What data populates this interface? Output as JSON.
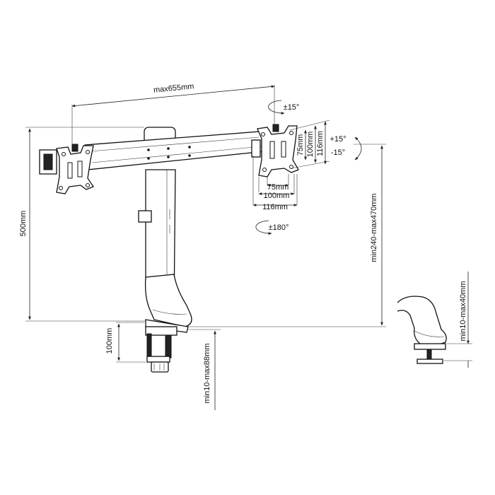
{
  "dimensions": {
    "arm_span": "max655mm",
    "total_height": "500mm",
    "pole_height": "min240-max470mm",
    "clamp_depth": "100mm",
    "clamp_thickness": "min10-max88mm",
    "grommet_thickness": "min10-max40mm"
  },
  "vesa": {
    "v75": "75mm",
    "v100": "100mm",
    "v116": "116mm",
    "h75": "75mm",
    "h100": "100mm",
    "h116": "116mm"
  },
  "rotation": {
    "swivel": "±15°",
    "tilt_up": "+15°",
    "tilt_down": "-15°",
    "rotate": "±180°"
  }
}
